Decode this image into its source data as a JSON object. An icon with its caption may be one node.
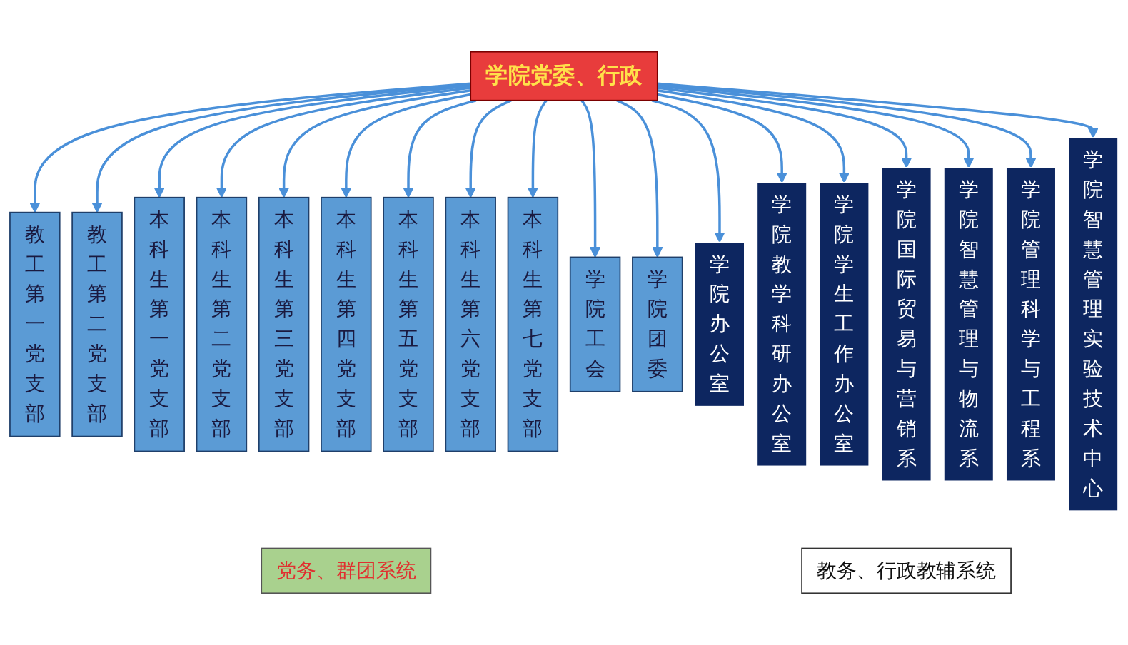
{
  "diagram": {
    "nodes": [
      {
        "text": [
          "学院党委、行政"
        ]
      },
      {
        "text": [
          "教工第一党支部"
        ]
      },
      {
        "text": [
          "教工第二党支部"
        ]
      },
      {
        "text": [
          "本科生第一党支部"
        ]
      },
      {
        "text": [
          "本科生第二党支部"
        ]
      },
      {
        "text": [
          "本科生第三党支部"
        ]
      },
      {
        "text": [
          "本科生第四党支部"
        ]
      },
      {
        "text": [
          "本科生第五党支部"
        ]
      },
      {
        "text": [
          "本科生第六党支部"
        ]
      },
      {
        "text": [
          "本科生第七党支部"
        ]
      },
      {
        "text": [
          "学院工会"
        ]
      },
      {
        "text": [
          "学院团委"
        ]
      },
      {
        "text": [
          "学院办公室"
        ]
      },
      {
        "text": [
          "学院教学科研办公室"
        ]
      },
      {
        "text": [
          "学院学生工作办公室"
        ]
      },
      {
        "text": [
          "学院国际贸易与营销系"
        ]
      },
      {
        "text": [
          "学院智慧管理与物流系"
        ]
      },
      {
        "text": [
          "学院管理科学与工程系"
        ]
      },
      {
        "text": [
          "学院智慧管理实验技术中心"
        ]
      },
      {
        "text": [
          "党务、群团系统"
        ]
      },
      {
        "text": [
          "教务、行政教辅系统"
        ]
      }
    ],
    "edges": [
      {
        "from": 0,
        "to": 1,
        "arrow": "to"
      },
      {
        "from": 0,
        "to": 2,
        "arrow": "to"
      },
      {
        "from": 0,
        "to": 3,
        "arrow": "to"
      },
      {
        "from": 0,
        "to": 4,
        "arrow": "to"
      },
      {
        "from": 0,
        "to": 5,
        "arrow": "to"
      },
      {
        "from": 0,
        "to": 6,
        "arrow": "to"
      },
      {
        "from": 0,
        "to": 7,
        "arrow": "to"
      },
      {
        "from": 0,
        "to": 8,
        "arrow": "to"
      },
      {
        "from": 0,
        "to": 9,
        "arrow": "to"
      },
      {
        "from": 0,
        "to": 10,
        "arrow": "to"
      },
      {
        "from": 0,
        "to": 11,
        "arrow": "to"
      },
      {
        "from": 0,
        "to": 12,
        "arrow": "to"
      },
      {
        "from": 0,
        "to": 13,
        "arrow": "to"
      },
      {
        "from": 0,
        "to": 14,
        "arrow": "to"
      },
      {
        "from": 0,
        "to": 15,
        "arrow": "to"
      },
      {
        "from": 0,
        "to": 16,
        "arrow": "to"
      },
      {
        "from": 0,
        "to": 17,
        "arrow": "to"
      },
      {
        "from": 0,
        "to": 18,
        "arrow": "to"
      }
    ]
  }
}
